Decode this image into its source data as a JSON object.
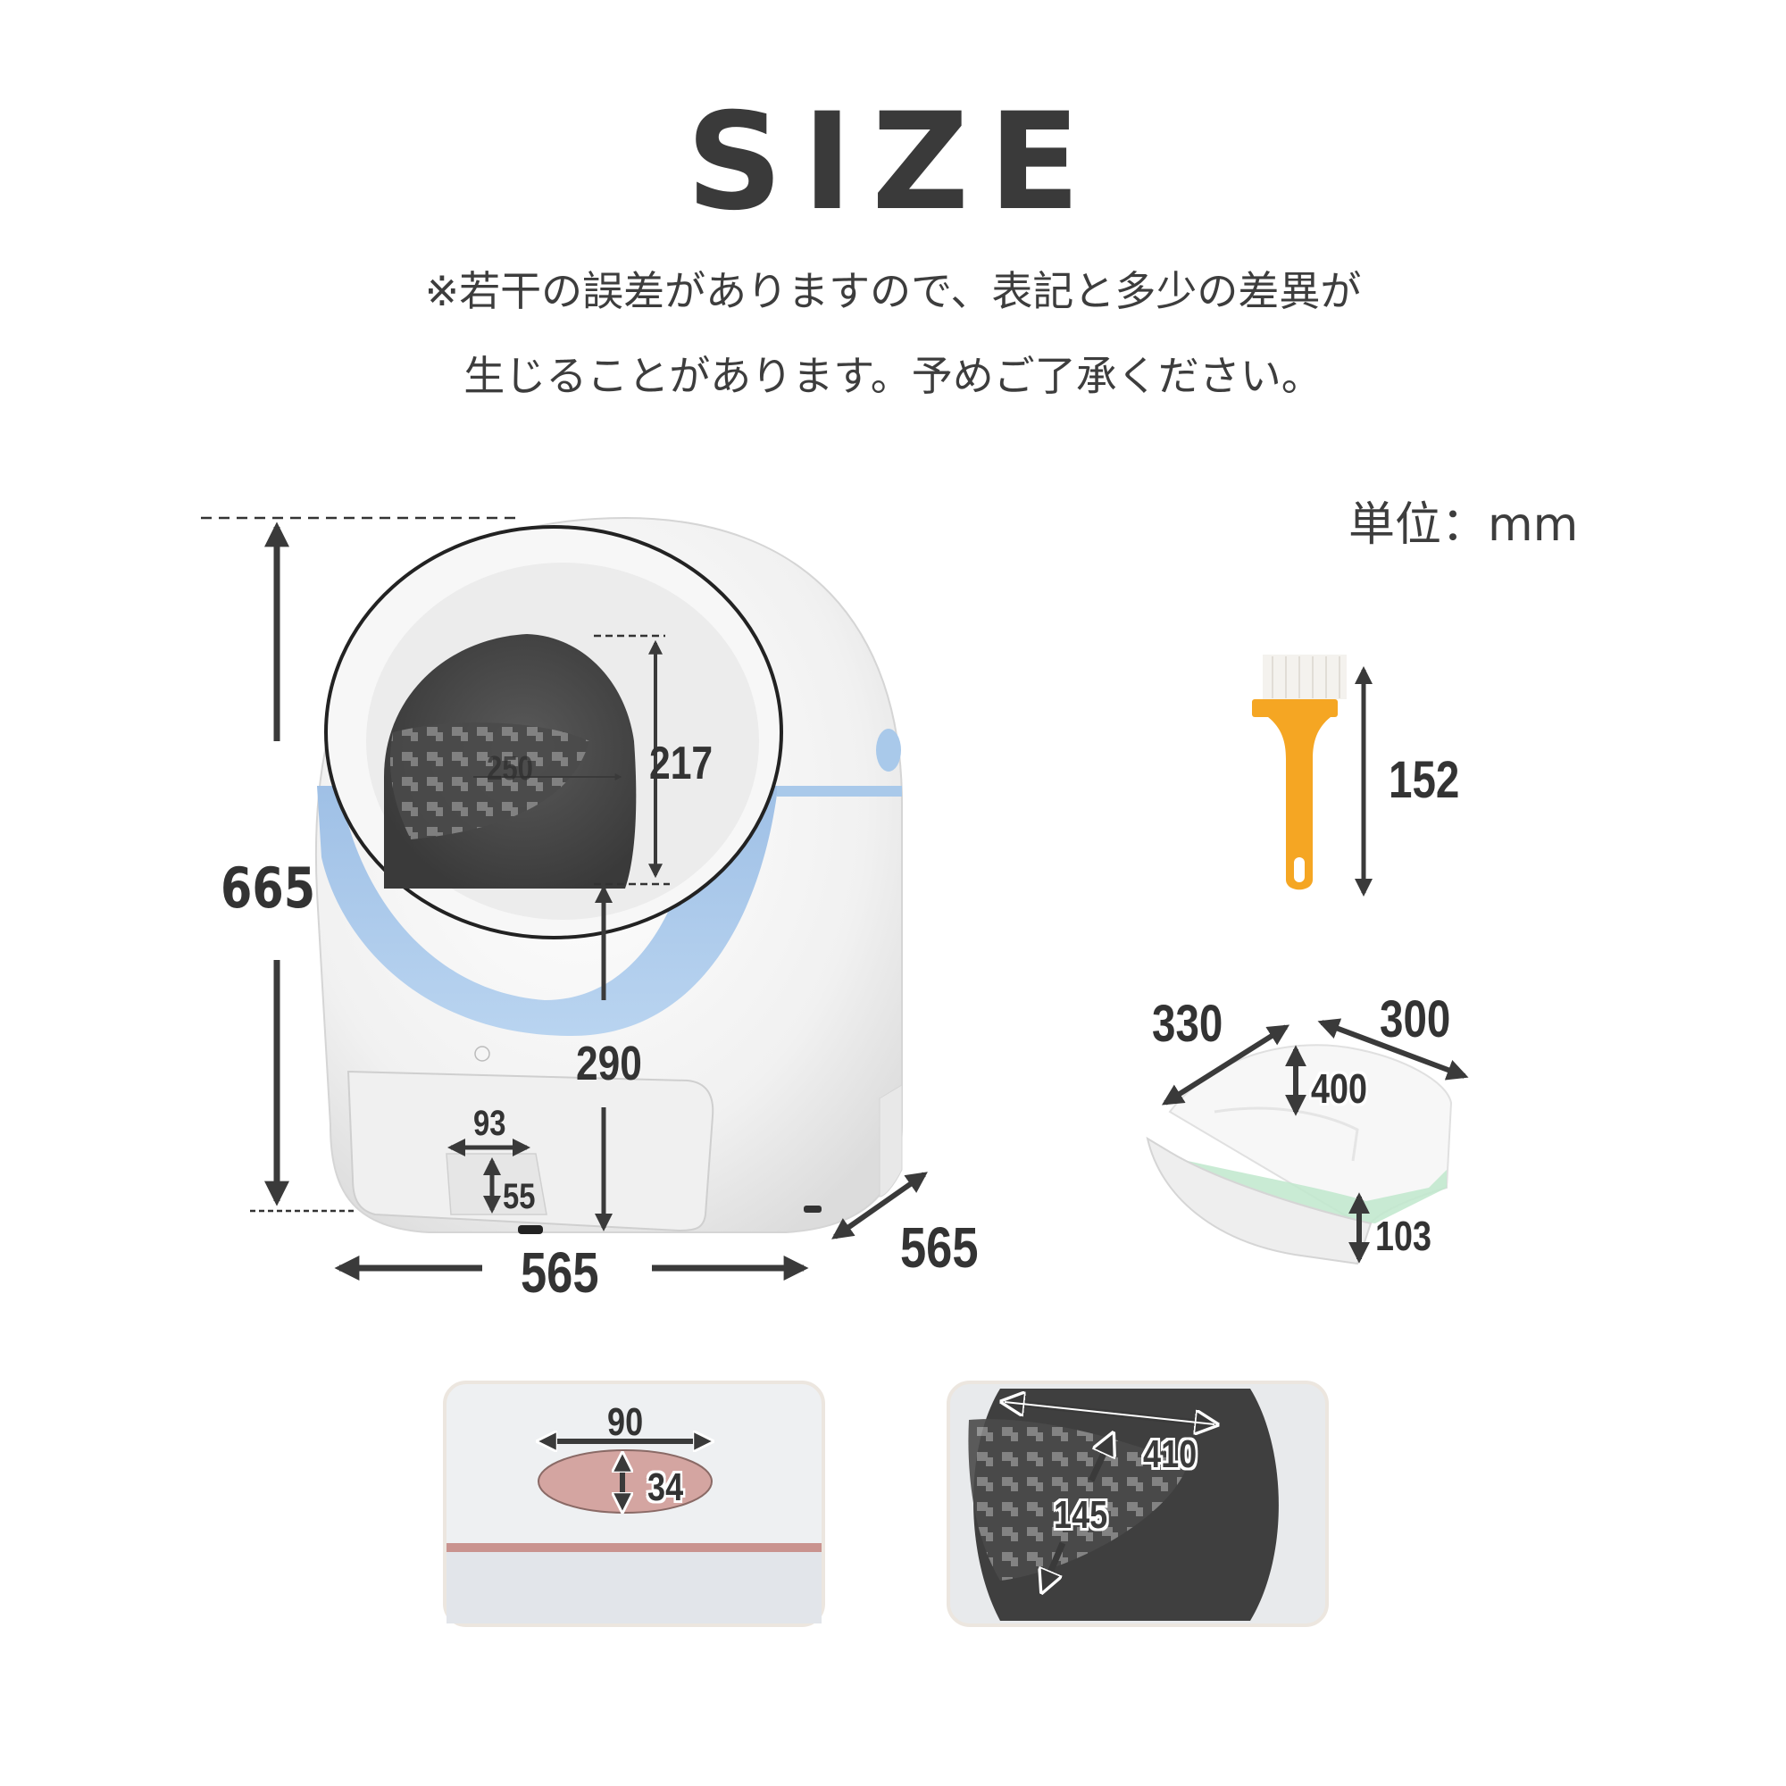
{
  "header": {
    "title": "SIZE",
    "note_line1": "※若干の誤差がありますので、表記と多少の差異が",
    "note_line2": "生じることがあります。予めご了承ください。",
    "unit_label": "単位：mm"
  },
  "main_unit": {
    "product": "automatic cat litter box",
    "accent_color": "#a9c9ea",
    "height": "665",
    "width": "565",
    "depth": "565",
    "entrance_height": "217",
    "entrance_width": "250",
    "entrance_floor_height": "290",
    "handle_width": "93",
    "handle_height": "55"
  },
  "brush": {
    "color": "#f5a623",
    "length": "152"
  },
  "waste_drawer": {
    "width": "330",
    "depth": "300",
    "bag_height": "400",
    "tray_height": "103"
  },
  "detail_panels": [
    {
      "name": "button-detail",
      "width": "90",
      "height": "34",
      "accent_color": "#c9938f"
    },
    {
      "name": "drum-detail",
      "width": "410",
      "depth": "145"
    }
  ]
}
